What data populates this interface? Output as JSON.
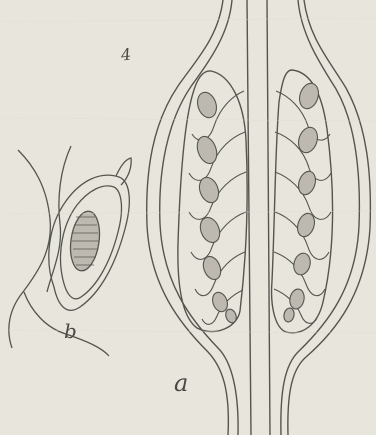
{
  "labels": {
    "a": "a",
    "b": "b",
    "figure_number": "4"
  },
  "colors": {
    "paper": "#e8e5dd",
    "ink": "#555550",
    "shade": "#bdb9b0"
  }
}
